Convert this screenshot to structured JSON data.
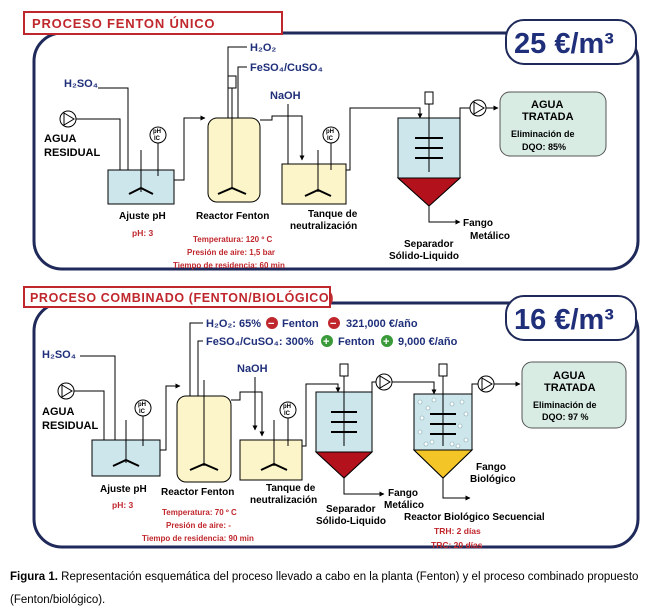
{
  "colors": {
    "panel_border": "#1f2a5a",
    "title_red": "#c0272d",
    "label_blue": "#1f2f7a",
    "water_fill": "#cde6ec",
    "reactor_fill": "#fbf5c9",
    "sludge_red": "#b3121c",
    "sludge_yellow": "#f3c526",
    "outbox_fill": "#d8ece4"
  },
  "fenton": {
    "title": "PROCESO FENTON ÚNICO",
    "cost": "25 €/m³",
    "h2o2": "H₂O₂",
    "feso4": "FeSO₄/CuSO₄",
    "h2so4": "H₂SO₄",
    "naoh": "NaOH",
    "feed_line1": "AGUA",
    "feed_line2": "RESIDUAL",
    "ph_ic_1": "pH",
    "ph_ic_2": "IC",
    "tank1_label": "Ajuste pH",
    "tank1_param": "pH: 3",
    "reactor_label": "Reactor  Fenton",
    "reactor_param1": "Temperatura: 120 º C",
    "reactor_param2": "Presión de aire: 1,5 bar",
    "reactor_param3": "Tiempo de residencia: 60 min",
    "neut_label1": "Tanque de",
    "neut_label2": "neutralización",
    "sep_label1": "Separador",
    "sep_label2": "Sólido-Liquido",
    "sludge1": "Fango",
    "sludge2": "Metálico",
    "out_title1": "AGUA",
    "out_title2": "TRATADA",
    "out_text1": "Eliminación de",
    "out_text2": "DQO: 85%"
  },
  "combined": {
    "title": "PROCESO COMBINADO (FENTON/BIOLÓGICO)",
    "cost": "16 €/m³",
    "h2o2_line": "H₂O₂: 65%",
    "h2o2_fenton": "Fenton",
    "h2o2_value": "321,000 €/año",
    "feso4_line": "FeSO₄/CuSO₄: 300%",
    "feso4_fenton": "Fenton",
    "feso4_value": "9,000 €/año",
    "minus_sign": "−",
    "plus_sign": "+",
    "h2so4": "H₂SO₄",
    "naoh": "NaOH",
    "feed_line1": "AGUA",
    "feed_line2": "RESIDUAL",
    "ph_ic_1": "pH",
    "ph_ic_2": "IC",
    "tank1_label": "Ajuste pH",
    "tank1_param": "pH: 3",
    "reactor_label": "Reactor Fenton",
    "reactor_param1": "Temperatura: 70 º C",
    "reactor_param2": "Presión de aire: -",
    "reactor_param3": "Tiempo de residencia: 90 min",
    "neut_label1": "Tanque de",
    "neut_label2": "neutralización",
    "sep_label1": "Separador",
    "sep_label2": "Sólido-Liquido",
    "sludge_metal1": "Fango",
    "sludge_metal2": "Metálico",
    "sludge_bio1": "Fango",
    "sludge_bio2": "Biológico",
    "bio_label": "Reactor Biológico Secuencial",
    "trh": "TRH: 2 días",
    "trc": "TRC: 20 días",
    "out_title1": "AGUA",
    "out_title2": "TRATADA",
    "out_text1": "Eliminación de",
    "out_text2": "DQO: 97 %"
  },
  "caption": {
    "lead": "Figura 1.",
    "text": "Representación esquemática del proceso llevado a cabo en la planta (Fenton) y el proceso combinado propuesto (Fenton/biológico)."
  }
}
